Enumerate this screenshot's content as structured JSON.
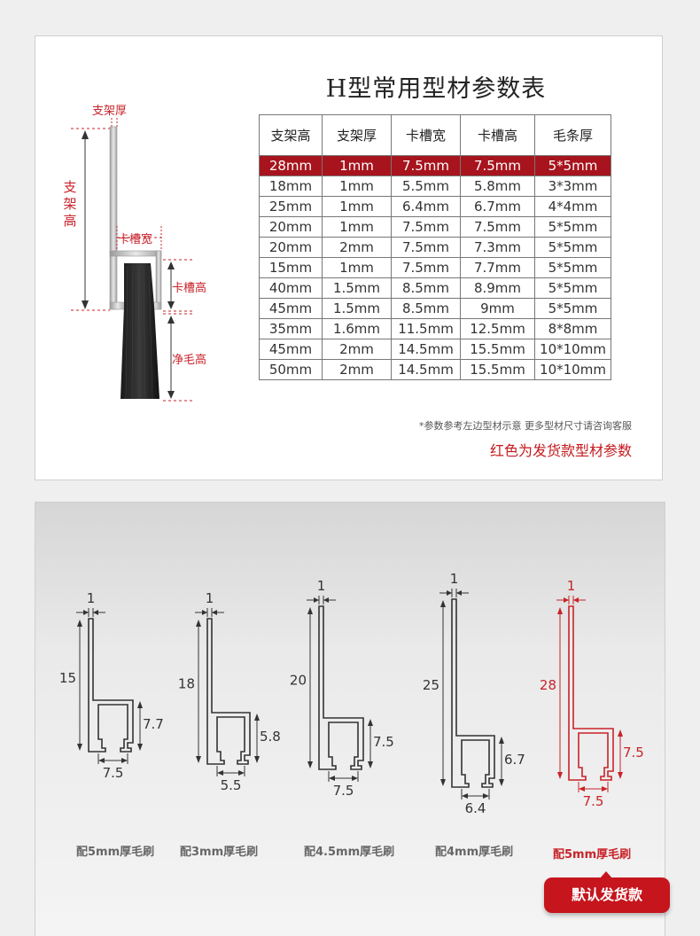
{
  "table": {
    "title": "H型常用型材参数表",
    "headers": [
      "支架高",
      "支架厚",
      "卡槽宽",
      "卡槽高",
      "毛条厚"
    ],
    "rows": [
      [
        "28mm",
        "1mm",
        "7.5mm",
        "7.5mm",
        "5*5mm"
      ],
      [
        "18mm",
        "1mm",
        "5.5mm",
        "5.8mm",
        "3*3mm"
      ],
      [
        "25mm",
        "1mm",
        "6.4mm",
        "6.7mm",
        "4*4mm"
      ],
      [
        "20mm",
        "1mm",
        "7.5mm",
        "7.5mm",
        "5*5mm"
      ],
      [
        "20mm",
        "2mm",
        "7.5mm",
        "7.3mm",
        "5*5mm"
      ],
      [
        "15mm",
        "1mm",
        "7.5mm",
        "7.7mm",
        "5*5mm"
      ],
      [
        "40mm",
        "1.5mm",
        "8.5mm",
        "8.9mm",
        "5*5mm"
      ],
      [
        "45mm",
        "1.5mm",
        "8.5mm",
        "9mm",
        "5*5mm"
      ],
      [
        "35mm",
        "1.6mm",
        "11.5mm",
        "12.5mm",
        "8*8mm"
      ],
      [
        "45mm",
        "2mm",
        "14.5mm",
        "15.5mm",
        "10*10mm"
      ],
      [
        "50mm",
        "2mm",
        "14.5mm",
        "15.5mm",
        "10*10mm"
      ]
    ],
    "highlight_row_index": 0,
    "highlight_color": "#a8141d"
  },
  "diagram": {
    "label_thickness": "支架厚",
    "label_height": "支架高",
    "label_slot_width": "卡槽宽",
    "label_slot_height": "卡槽高",
    "label_bristle_height": "净毛高"
  },
  "notes": {
    "reference": "*参数参考左边型材示意 更多型材尺寸请咨询客服",
    "red_note": "红色为发货款型材参数"
  },
  "profiles": [
    {
      "thickness": "1",
      "height": "15",
      "slot_height": "7.7",
      "slot_width": "7.5",
      "label": "配5mm厚毛刷",
      "highlight": false
    },
    {
      "thickness": "1",
      "height": "18",
      "slot_height": "5.8",
      "slot_width": "5.5",
      "label": "配3mm厚毛刷",
      "highlight": false
    },
    {
      "thickness": "1",
      "height": "20",
      "slot_height": "7.5",
      "slot_width": "7.5",
      "label": "配4.5mm厚毛刷",
      "highlight": false
    },
    {
      "thickness": "1",
      "height": "25",
      "slot_height": "6.7",
      "slot_width": "6.4",
      "label": "配4mm厚毛刷",
      "highlight": false
    },
    {
      "thickness": "1",
      "height": "28",
      "slot_height": "7.5",
      "slot_width": "7.5",
      "label": "配5mm厚毛刷",
      "highlight": true
    }
  ],
  "badge": "默认发货款",
  "colors": {
    "accent": "#c8232a",
    "profile_line": "#333333",
    "background": "#efefef"
  }
}
